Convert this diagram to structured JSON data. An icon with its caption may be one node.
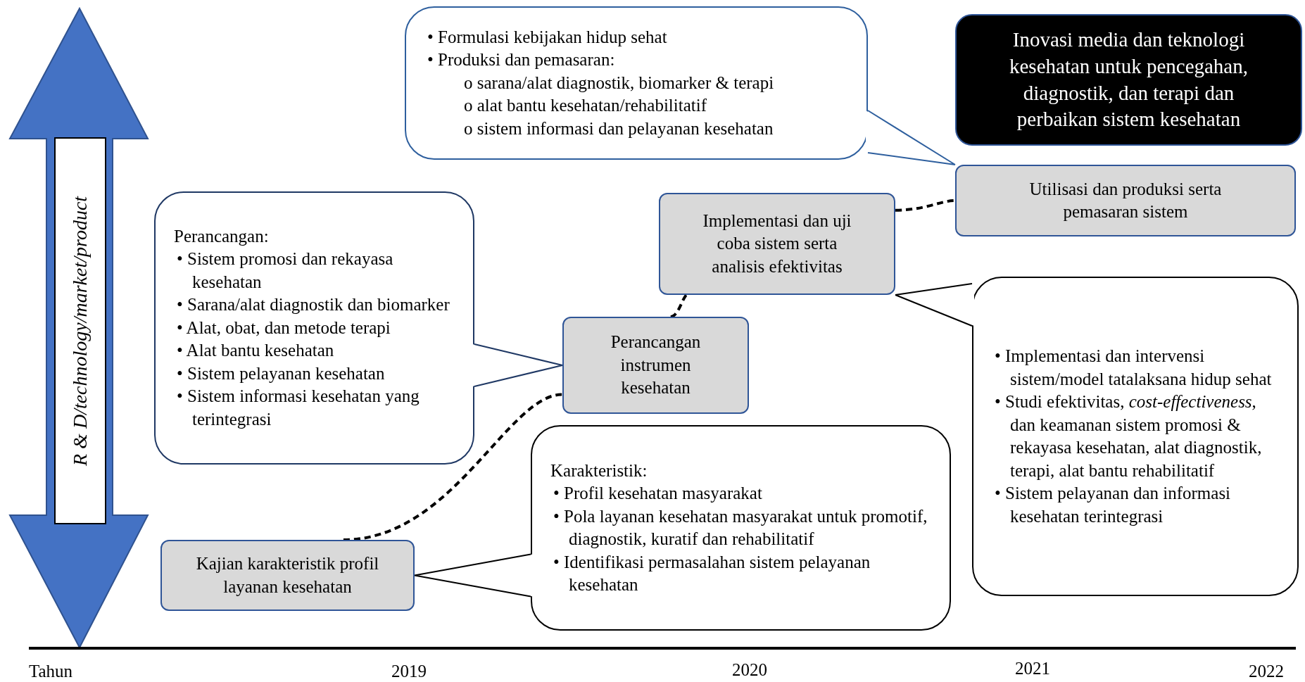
{
  "diagram": {
    "nodes": [
      {
        "text": [
          "R & D/technology/market/product"
        ]
      },
      {
        "text": [
          "Kajian karakteristik profil layanan kesehatan"
        ]
      },
      {
        "text": [
          "Karakteristik:",
          "• Profil kesehatan masyarakat",
          "• Pola layanan kesehatan masyarakat untuk promotif, diagnostik, kuratif dan rehabilitatif",
          "• Identifikasi permasalahan sistem pelayanan kesehatan"
        ]
      },
      {
        "text": [
          "Perancangan instrumen kesehatan"
        ]
      },
      {
        "text": [
          "Perancangan:",
          "• Sistem promosi dan rekayasa kesehatan",
          "• Sarana/alat diagnostik dan biomarker",
          "• Alat, obat, dan metode terapi",
          "• Alat bantu kesehatan",
          "• Sistem pelayanan kesehatan",
          "• Sistem informasi kesehatan yang terintegrasi"
        ]
      },
      {
        "text": [
          "Implementasi dan uji coba sistem serta analisis efektivitas"
        ]
      },
      {
        "text": [
          "• Implementasi dan intervensi sistem/model tatalaksana hidup sehat",
          "• Studi efektivitas, *cost-effectiveness*, dan keamanan sistem promosi & rekayasa kesehatan, alat diagnostik, terapi, alat bantu rehabilitatif",
          "• Sistem pelayanan dan informasi kesehatan terintegrasi"
        ]
      },
      {
        "text": [
          "Utilisasi dan produksi serta pemasaran sistem"
        ]
      },
      {
        "text": [
          "• Formulasi kebijakan hidup sehat",
          "• Produksi dan pemasaran:",
          "o sarana/alat diagnostik, biomarker & terapi",
          "o alat bantu kesehatan/rehabilitatif",
          "o sistem informasi dan pelayanan kesehatan"
        ]
      },
      {
        "text": [
          "Inovasi media dan teknologi kesehatan untuk pencegahan, diagnostik, dan terapi dan perbaikan sistem kesehatan"
        ]
      }
    ],
    "edges": [
      {
        "from": 1,
        "to": 3,
        "arrow": "none",
        "style": "dashed"
      },
      {
        "from": 3,
        "to": 5,
        "arrow": "none",
        "style": "dashed"
      },
      {
        "from": 5,
        "to": 7,
        "arrow": "none",
        "style": "dashed"
      },
      {
        "from": 2,
        "to": 1,
        "arrow": "none"
      },
      {
        "from": 4,
        "to": 3,
        "arrow": "none",
        "color": "#1f3864"
      },
      {
        "from": 6,
        "to": 5,
        "arrow": "none"
      },
      {
        "from": 8,
        "to": 7,
        "arrow": "none",
        "color": "#2e5f9e"
      }
    ],
    "labels": [
      "Tahun",
      "2019",
      "2020",
      "2021",
      "2022"
    ]
  }
}
